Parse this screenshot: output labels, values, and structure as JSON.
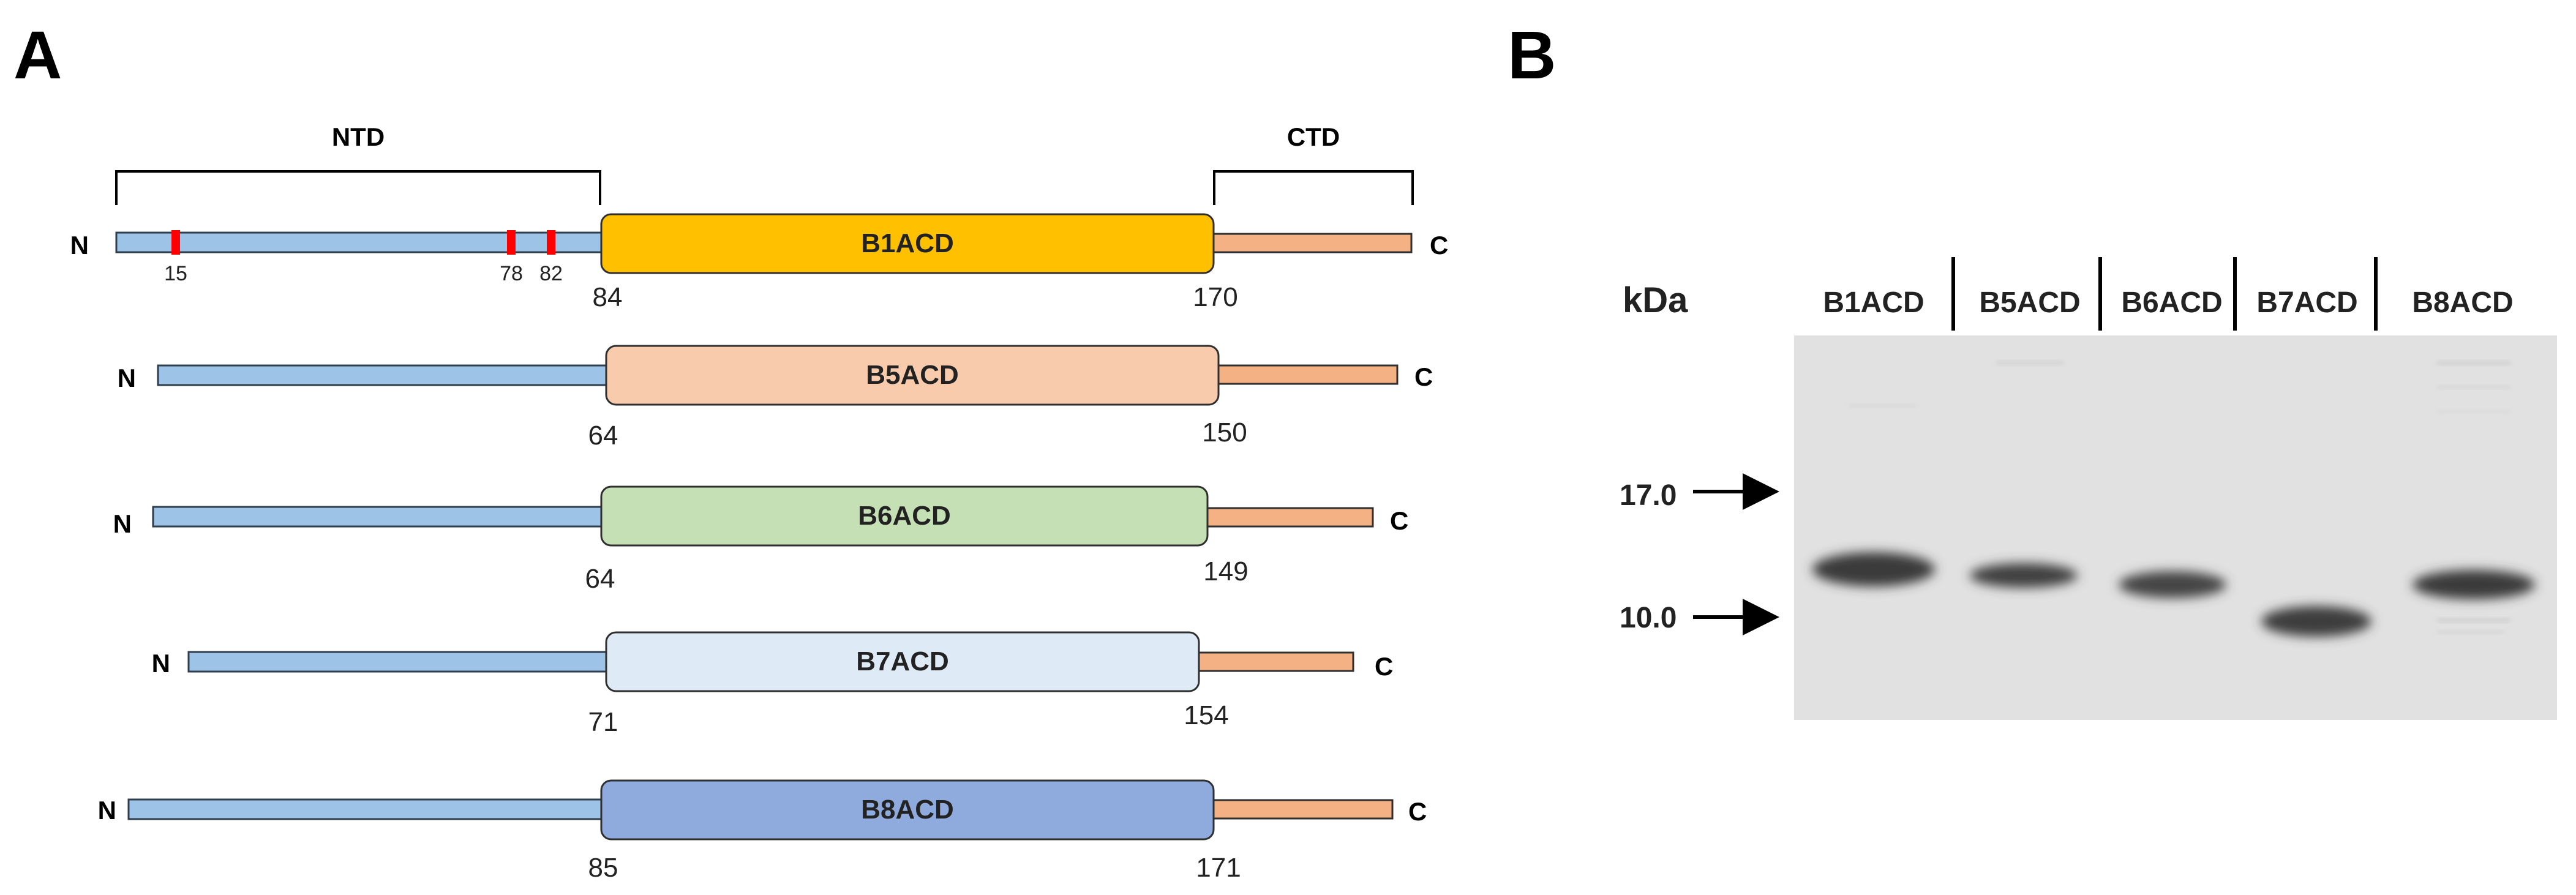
{
  "panel_a": {
    "label": "A",
    "ntd_label": "NTD",
    "ctd_label": "CTD",
    "n_label": "N",
    "c_label": "C",
    "site_labels": [
      "15",
      "78",
      "82"
    ],
    "constructs": [
      {
        "name": "B1ACD",
        "start": "84",
        "end": "170",
        "color": "#FFC000"
      },
      {
        "name": "B5ACD",
        "start": "64",
        "end": "150",
        "color": "#F8CBAD"
      },
      {
        "name": "B6ACD",
        "start": "64",
        "end": "149",
        "color": "#C5E0B4"
      },
      {
        "name": "B7ACD",
        "start": "71",
        "end": "154",
        "color": "#DEEBF7"
      },
      {
        "name": "B8ACD",
        "start": "85",
        "end": "171",
        "color": "#8FAADC"
      }
    ],
    "colors": {
      "ntd": "#9DC3E6",
      "ctd": "#F4B183",
      "site": "#FF0000"
    }
  },
  "panel_b": {
    "label": "B",
    "kda_label": "kDa",
    "lanes": [
      "B1ACD",
      "B5ACD",
      "B6ACD",
      "B7ACD",
      "B8ACD"
    ],
    "markers": [
      "17.0",
      "10.0"
    ]
  }
}
